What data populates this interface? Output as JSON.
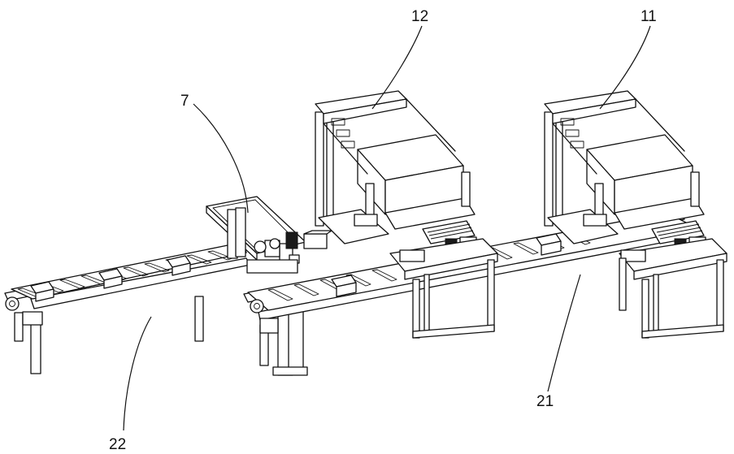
{
  "labels": {
    "station_second": "12",
    "station_first": "11",
    "lift_frame": "7",
    "conveyor_left": "22",
    "conveyor_right": "21"
  },
  "colors": {
    "line": "#111111",
    "background": "#ffffff"
  }
}
